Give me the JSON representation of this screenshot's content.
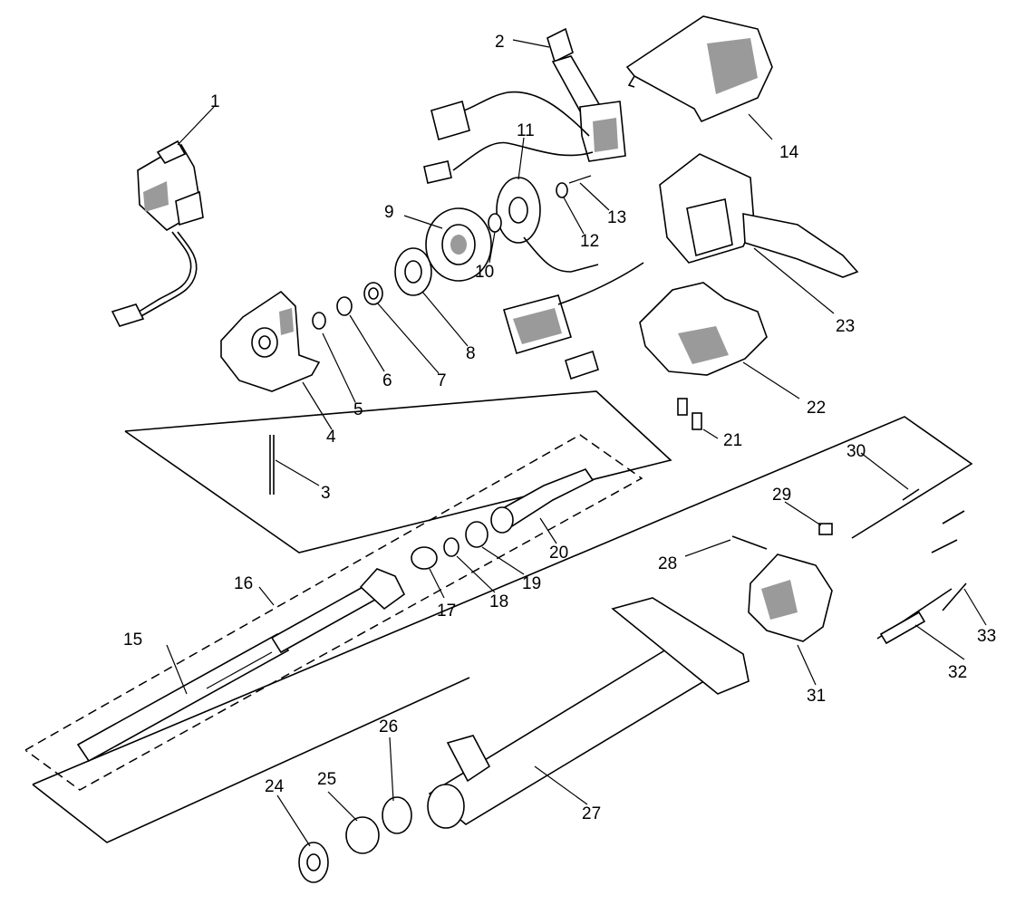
{
  "diagram": {
    "callouts": [
      "1",
      "2",
      "3",
      "4",
      "5",
      "6",
      "7",
      "8",
      "9",
      "10",
      "11",
      "12",
      "13",
      "14",
      "15",
      "16",
      "17",
      "18",
      "19",
      "20",
      "21",
      "22",
      "23",
      "24",
      "25",
      "26",
      "27",
      "28",
      "29",
      "30",
      "31",
      "32",
      "33"
    ]
  }
}
